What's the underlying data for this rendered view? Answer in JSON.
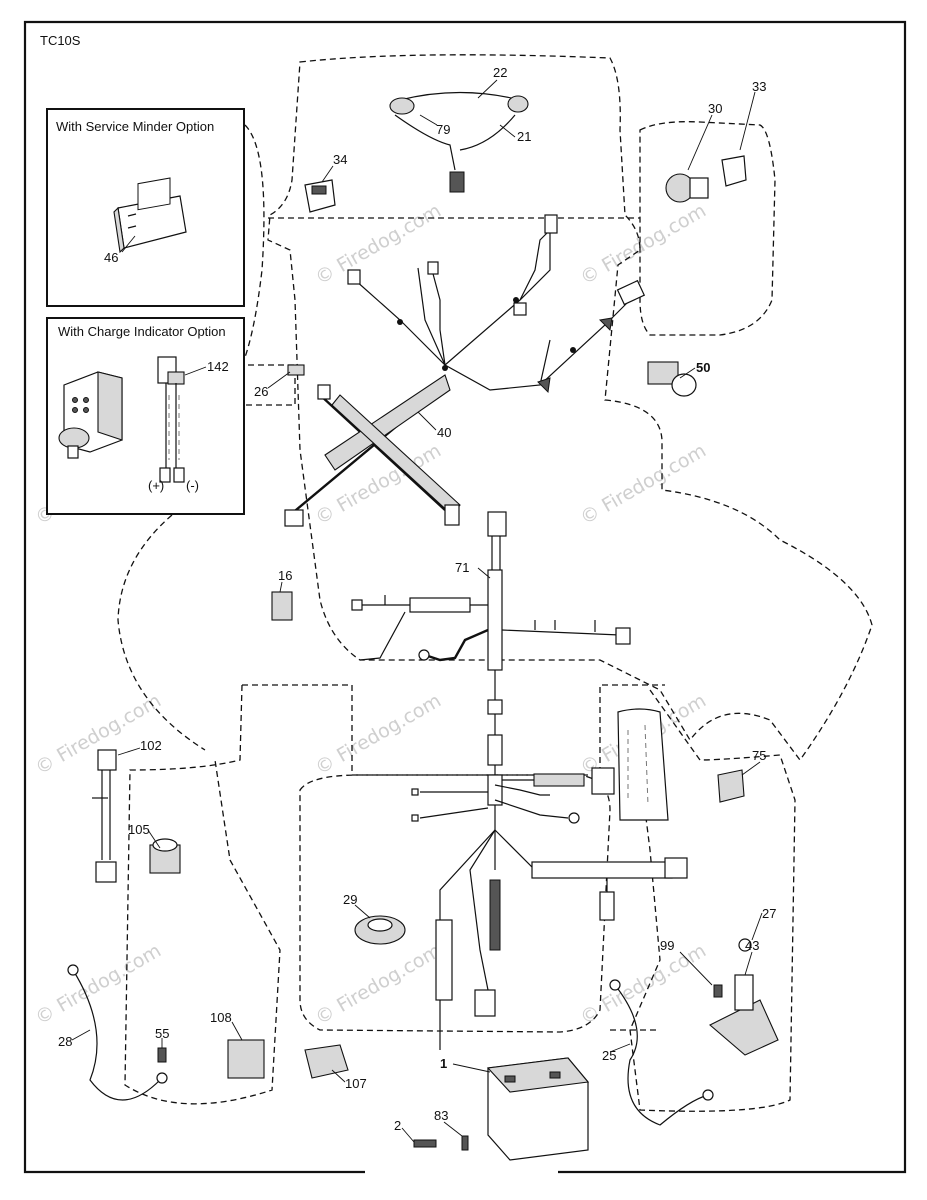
{
  "sheet_id": "TC10S",
  "watermark_text": "© Firedog.com",
  "option_boxes": [
    {
      "title": "With Service Minder Option"
    },
    {
      "title": "With Charge Indicator Option"
    }
  ],
  "polarity_labels": [
    "(+)",
    "(-)"
  ],
  "callouts": [
    "22",
    "79",
    "21",
    "33",
    "30",
    "34",
    "46",
    "142",
    "26",
    "40",
    "50",
    "16",
    "71",
    "102",
    "105",
    "75",
    "29",
    "27",
    "99",
    "43",
    "28",
    "55",
    "108",
    "107",
    "1",
    "83",
    "2",
    "25"
  ],
  "colors": {
    "line": "#111111",
    "watermark": "#cfcfcf"
  }
}
